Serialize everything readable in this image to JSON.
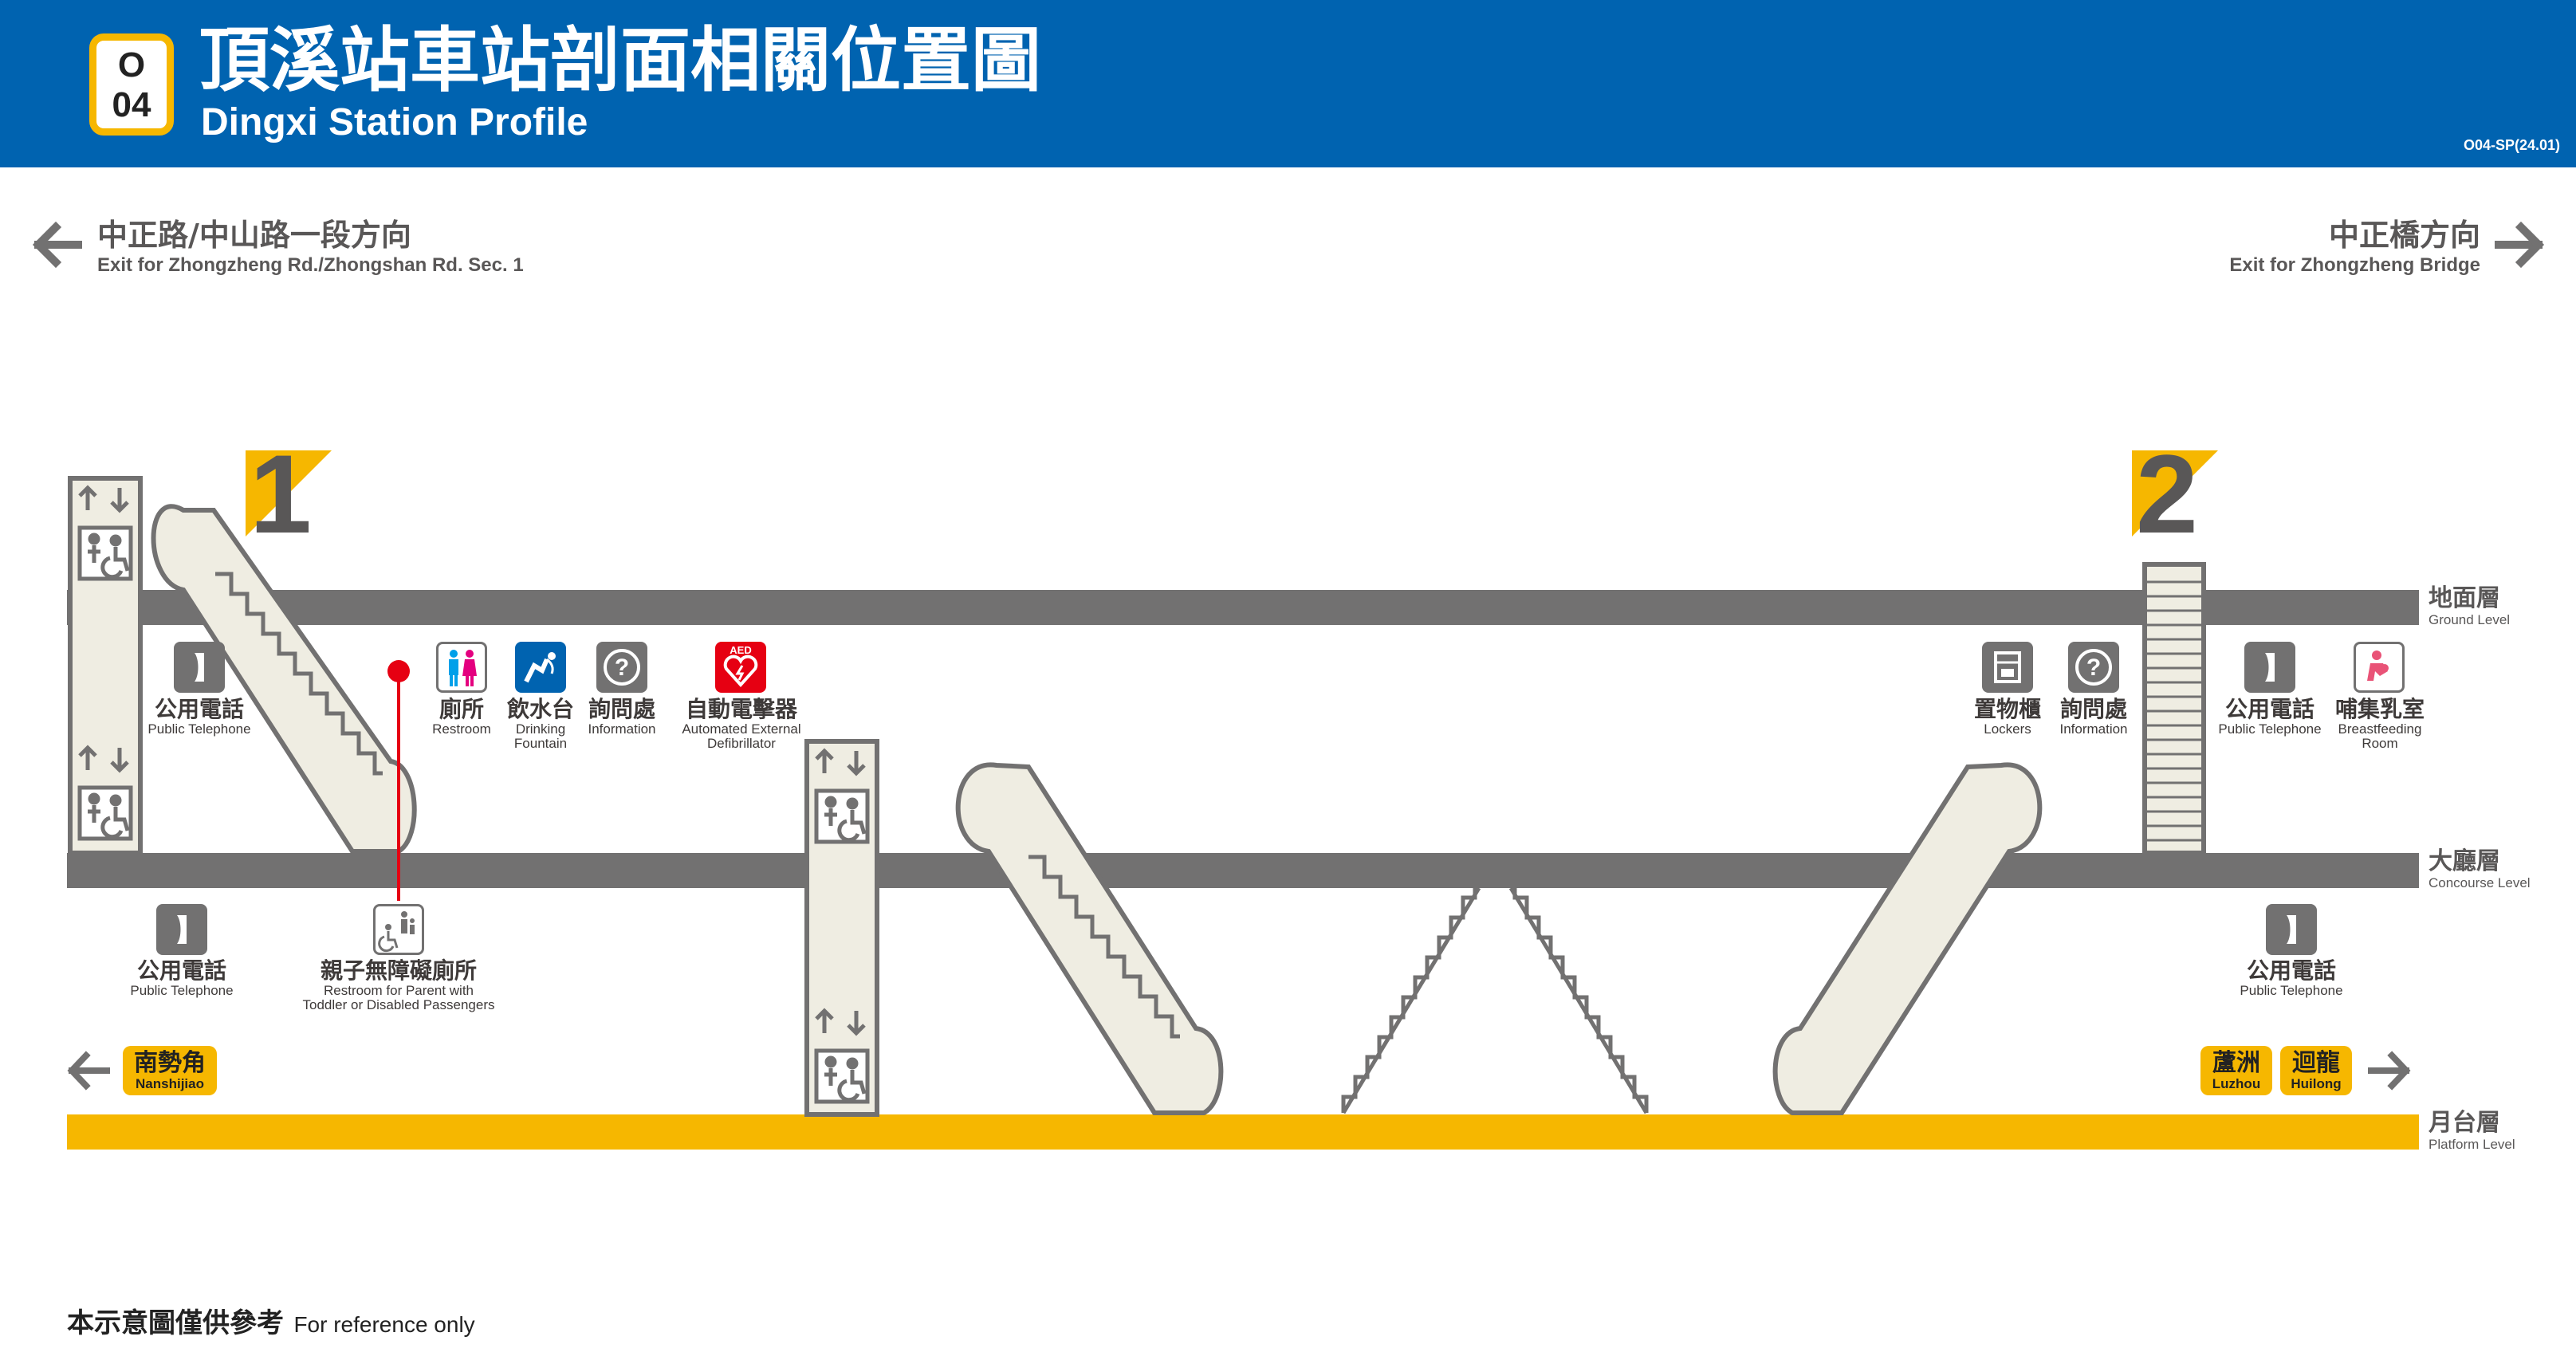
{
  "header": {
    "line_code_letter": "O",
    "line_code_number": "04",
    "title_zh": "頂溪站車站剖面相關位置圖",
    "title_en": "Dingxi Station Profile",
    "doc_code": "O04-SP(24.01)"
  },
  "directions": {
    "left": {
      "zh": "中正路/中山路一段方向",
      "en": "Exit for Zhongzheng Rd./Zhongshan Rd. Sec. 1"
    },
    "right": {
      "zh": "中正橋方向",
      "en": "Exit for Zhongzheng Bridge"
    }
  },
  "exits": {
    "exit1": "1",
    "exit2": "2"
  },
  "levels": {
    "ground": {
      "zh": "地面層",
      "en": "Ground Level"
    },
    "concourse": {
      "zh": "大廳層",
      "en": "Concourse Level"
    },
    "platform": {
      "zh": "月台層",
      "en": "Platform Level"
    }
  },
  "facilities": {
    "phone_ground_left": {
      "zh": "公用電話",
      "en": "Public Telephone"
    },
    "restroom": {
      "zh": "廁所",
      "en": "Restroom"
    },
    "drinking": {
      "zh": "飲水台",
      "en1": "Drinking",
      "en2": "Fountain"
    },
    "info_left": {
      "zh": "詢問處",
      "en": "Information"
    },
    "aed": {
      "zh": "自動電擊器",
      "en1": "Automated External",
      "en2": "Defibrillator",
      "icon_text": "AED"
    },
    "lockers": {
      "zh": "置物櫃",
      "en": "Lockers"
    },
    "info_right": {
      "zh": "詢問處",
      "en": "Information"
    },
    "phone_ground_right": {
      "zh": "公用電話",
      "en": "Public Telephone"
    },
    "breastfeeding": {
      "zh": "哺集乳室",
      "en1": "Breastfeeding",
      "en2": "Room"
    },
    "phone_conc_left": {
      "zh": "公用電話",
      "en": "Public Telephone"
    },
    "family_restroom": {
      "zh": "親子無障礙廁所",
      "en1": "Restroom for Parent with",
      "en2": "Toddler or Disabled Passengers"
    },
    "phone_conc_right": {
      "zh": "公用電話",
      "en": "Public Telephone"
    }
  },
  "stations": {
    "left": {
      "zh": "南勢角",
      "en": "Nanshijiao"
    },
    "right1": {
      "zh": "蘆洲",
      "en": "Luzhou"
    },
    "right2": {
      "zh": "迴龍",
      "en": "Huilong"
    }
  },
  "note": {
    "zh": "本示意圖僅供參考",
    "en": "For reference only"
  },
  "colors": {
    "header_blue": "#0063B0",
    "line_orange": "#F6B700",
    "floor_gray": "#727171",
    "structure_fill": "#EFEDE2",
    "aed_red": "#E60012",
    "drinking_blue": "#0063B0"
  },
  "icons": [
    "arrow-left-icon",
    "arrow-right-icon",
    "elevator-icon",
    "escalator-icon",
    "stairs-icon",
    "telephone-icon",
    "restroom-icon",
    "drinking-fountain-icon",
    "information-icon",
    "aed-icon",
    "locker-icon",
    "breastfeeding-icon",
    "family-restroom-icon"
  ]
}
